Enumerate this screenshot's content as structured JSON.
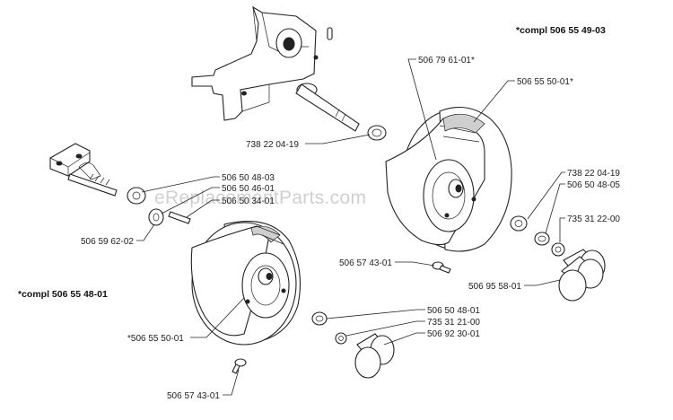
{
  "assemblies": {
    "right_wheel_compl": "*compl 506 55 49-03",
    "left_wheel_compl": "*compl 506 55 48-01"
  },
  "watermark": "eReplacementParts.com",
  "callouts": {
    "p_506_79_61_01": "506 79 61-01*",
    "p_506_55_50_01_right": "506 55 50-01*",
    "p_738_22_04_19_top": "738 22 04-19",
    "p_738_22_04_19_right": "738 22 04-19",
    "p_506_50_48_05": "506 50 48-05",
    "p_735_31_22_00": "735 31 22-00",
    "p_506_57_43_01_mid": "506 57 43-01",
    "p_506_95_58_01": "506 95 58-01",
    "p_506_50_48_03": "506 50 48-03",
    "p_506_50_46_01": "506 50 46-01",
    "p_506_50_34_01": "506 50 34-01",
    "p_506_59_62_02": "506 59 62-02",
    "p_506_55_50_01_left": "*506 55 50-01",
    "p_506_50_48_01": "506 50 48-01",
    "p_735_31_21_00": "735 31 21-00",
    "p_506_92_30_01": "506 92 30-01",
    "p_506_57_43_01_bottom": "506 57 43-01"
  }
}
